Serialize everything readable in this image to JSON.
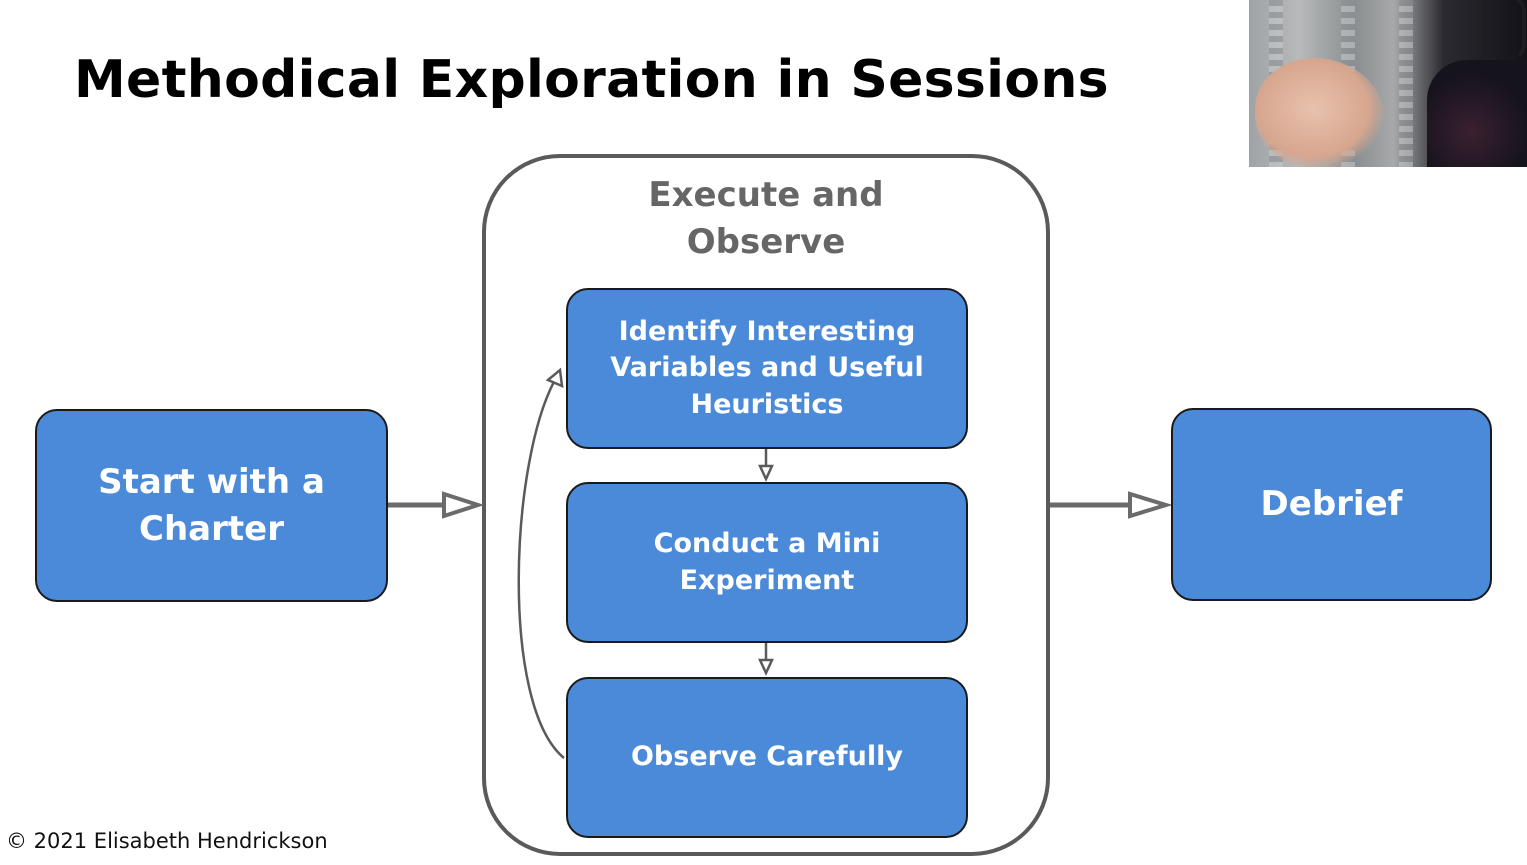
{
  "title": "Methodical Exploration in Sessions",
  "diagram": {
    "start": "Start with a\nCharter",
    "group_label": "Execute and\nObserve",
    "step1": "Identify Interesting\nVariables and Useful\nHeuristics",
    "step2": "Conduct a Mini\nExperiment",
    "step3": "Observe Carefully",
    "end": "Debrief"
  },
  "copyright": "© 2021 Elisabeth Hendrickson",
  "colors": {
    "box_fill": "#4a8ad8",
    "box_border": "#1a1a1a",
    "container_border": "#5a5a5a",
    "group_label": "#666666",
    "arrow": "#6b6b6b"
  }
}
